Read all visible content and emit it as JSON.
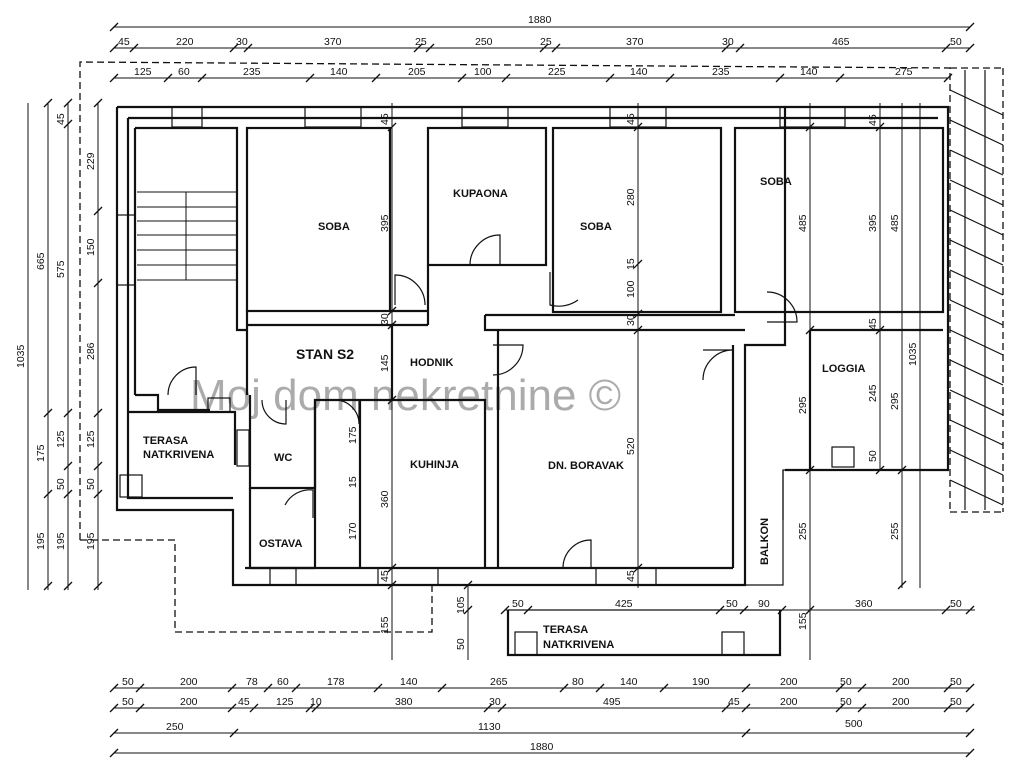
{
  "watermark": "Moj dom nekretnine ©",
  "unit_label": "STAN S2",
  "rooms": {
    "soba_1": "SOBA",
    "kupaona": "KUPAONA",
    "soba_2": "SOBA",
    "soba_3": "SOBA",
    "hodnik": "HODNIK",
    "loggia": "LOGGIA",
    "terasa_left_1": "TERASA",
    "terasa_left_2": "NATKRIVENA",
    "wc": "WC",
    "kuhinja": "KUHINJA",
    "dn_boravak": "DN. BORAVAK",
    "ostava": "OSTAVA",
    "balkon": "BALKON",
    "terasa_bottom_1": "TERASA",
    "terasa_bottom_2": "NATKRIVENA"
  },
  "dimensions": {
    "top_total": "1880",
    "top_row1": [
      "45",
      "220",
      "30",
      "370",
      "25",
      "250",
      "25",
      "370",
      "30",
      "465",
      "50"
    ],
    "top_row2": [
      "125",
      "60",
      "235",
      "140",
      "205",
      "100",
      "225",
      "140",
      "235",
      "140",
      "275"
    ],
    "left_total": "1035",
    "left_col1": [
      "665",
      "175",
      "195"
    ],
    "left_col2": [
      "575",
      "125",
      "50",
      "195"
    ],
    "left_col3": [
      "45"
    ],
    "left_col4": [
      "229",
      "150",
      "286",
      "125",
      "50",
      "195"
    ],
    "interior": [
      "45",
      "395",
      "30",
      "145",
      "175",
      "15",
      "360",
      "170",
      "45",
      "155",
      "105",
      "50",
      "45",
      "280",
      "15",
      "100",
      "30",
      "520",
      "45",
      "45",
      "485",
      "395",
      "485",
      "45",
      "295",
      "245",
      "295",
      "1035",
      "50",
      "255",
      "255",
      "155",
      "50",
      "425",
      "50",
      "90",
      "360",
      "50"
    ],
    "bottom_row1": [
      "50",
      "200",
      "78",
      "60",
      "178",
      "140",
      "265",
      "80",
      "140",
      "190",
      "200",
      "50",
      "200",
      "50"
    ],
    "bottom_row2": [
      "50",
      "200",
      "45",
      "125",
      "10",
      "380",
      "30",
      "495",
      "45",
      "200",
      "50",
      "200",
      "50"
    ],
    "bottom_row3": [
      "250",
      "1130",
      "500"
    ],
    "bottom_total": "1880"
  }
}
